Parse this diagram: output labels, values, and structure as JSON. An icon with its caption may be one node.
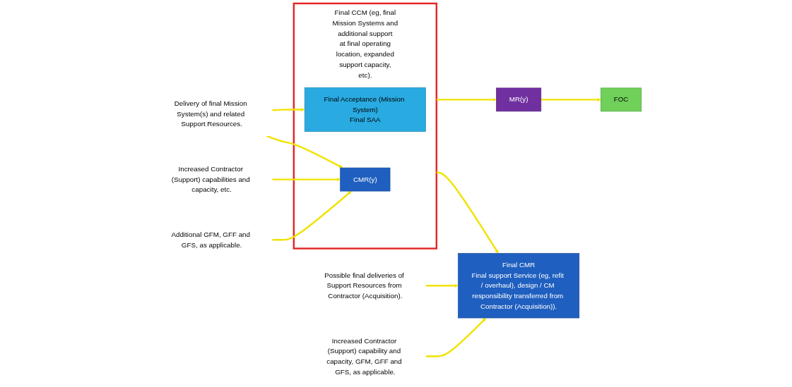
{
  "diagram": {
    "nodes": [
      {
        "text": [
          "Final CCM (eg, final Mission Systems and additional support at final operating location, expanded support capacity, etc)."
        ]
      },
      {
        "text": [
          "Final Acceptance (Mission System)",
          "Final SAA"
        ],
        "in": 0
      },
      {
        "text": [
          "CMR(y)"
        ],
        "in": 0
      },
      {
        "text": [
          "MR(y)"
        ]
      },
      {
        "text": [
          "FOC"
        ]
      },
      {
        "text": [
          "Final CMR",
          "Final support Service (eg, refit / overhaul), design / CM responsibility transferred from Contractor (Acquisition))."
        ]
      },
      {
        "text": [
          "Delivery of final Mission System(s) and related Support Resources."
        ]
      },
      {
        "text": [
          "Increased Contractor (Support) capabilities and capacity, etc."
        ]
      },
      {
        "text": [
          "Additional GFM, GFF and GFS, as applicable."
        ]
      },
      {
        "text": [
          "Possible final deliveries of Support Resources from Contractor (Acquisition)."
        ]
      },
      {
        "text": [
          "Increased Contractor (Support) capability and capacity, GFM, GFF and GFS, as applicable."
        ]
      }
    ],
    "edges": [
      {
        "from": 6,
        "to": 1,
        "arrow": "to"
      },
      {
        "from": 6,
        "to": 2,
        "arrow": "to"
      },
      {
        "from": 7,
        "to": 2,
        "arrow": "to"
      },
      {
        "from": 8,
        "to": 2,
        "arrow": "to"
      },
      {
        "from": 0,
        "to": 3,
        "arrow": "to"
      },
      {
        "from": 3,
        "to": 4,
        "arrow": "to"
      },
      {
        "from": 0,
        "to": 5,
        "arrow": "to"
      },
      {
        "from": 9,
        "to": 5,
        "arrow": "to"
      },
      {
        "from": 10,
        "to": 5,
        "arrow": "to"
      }
    ]
  }
}
